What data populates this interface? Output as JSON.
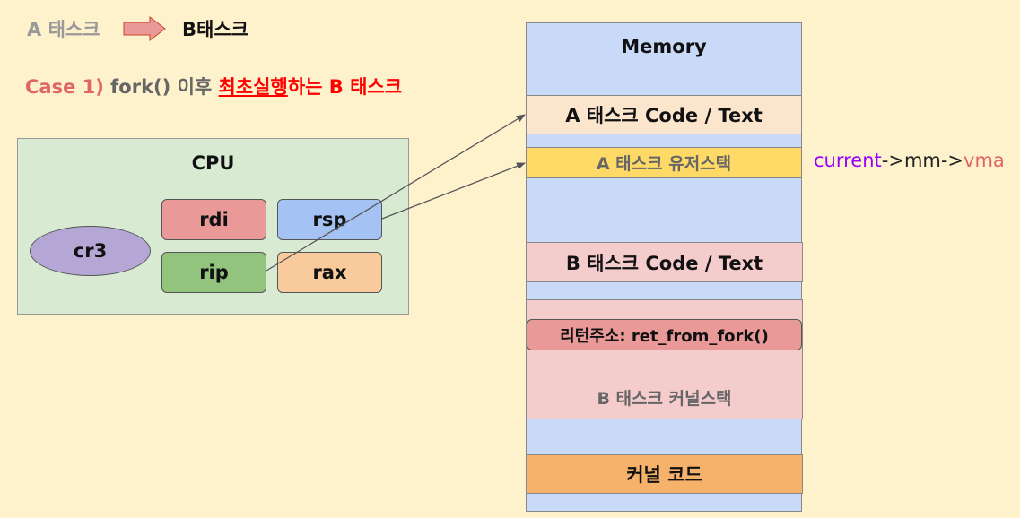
{
  "header": {
    "task_a": "A 태스크",
    "task_b": "B태스크"
  },
  "case": {
    "prefix": "Case 1)",
    "fork": "fork() 이후",
    "emphasis": "최초실행",
    "suffix_normal": "하는",
    "suffix_task": "B 태스크"
  },
  "cpu": {
    "title": "CPU",
    "registers": {
      "rdi": "rdi",
      "rsp": "rsp",
      "rip": "rip",
      "rax": "rax",
      "cr3": "cr3"
    }
  },
  "memory": {
    "title": "Memory",
    "a_code": "A 태스크 Code / Text",
    "a_user_stack": "A 태스크 유저스택",
    "b_code": "B 태스크 Code / Text",
    "return_addr": "리턴주소: ret_from_fork()",
    "b_kernel_stack": "B 태스크 커널스택",
    "kernel_code": "커널 코드"
  },
  "vma": {
    "current": "current",
    "arrow1": "->mm->",
    "vma": "vma"
  },
  "colors": {
    "background": "#fef2cc",
    "cpu_bg": "#d9ead3",
    "memory_bg": "#c9daf8",
    "rdi": "#ea9999",
    "rsp": "#a4c2f4",
    "rip": "#93c47d",
    "rax": "#f9cb9c",
    "cr3": "#b4a7d6",
    "a_code": "#fce5cd",
    "a_user_stack": "#ffd966",
    "b_region": "#f4cccc",
    "kernel_code": "#f6b26b"
  }
}
